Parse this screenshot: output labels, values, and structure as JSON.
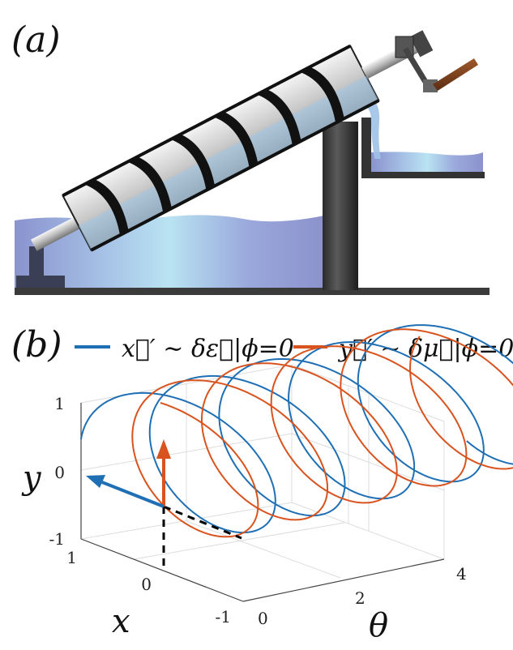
{
  "panel_a": {
    "label": "(a)"
  },
  "panel_b": {
    "label": "(b)",
    "legend": [
      {
        "text": "x⃗′ ∼ δε⃗|ϕ=0",
        "color": "#1f6fb5"
      },
      {
        "text": "y⃗′ ∼ δμ⃗|ϕ=0",
        "color": "#d9531e"
      }
    ]
  },
  "axes": {
    "y_label": "y",
    "x_label": "x",
    "theta_label": "θ",
    "y_ticks": [
      "1",
      "0",
      "-1"
    ],
    "x_ticks": [
      "1",
      "0",
      "-1"
    ],
    "theta_ticks": [
      "0",
      "2",
      "4"
    ]
  },
  "colors": {
    "blue": "#1f6fb5",
    "orange": "#d9531e",
    "water_light": "#a9d8ee",
    "water_dark": "#8a95cf",
    "metal": "#3a3a3a"
  }
}
